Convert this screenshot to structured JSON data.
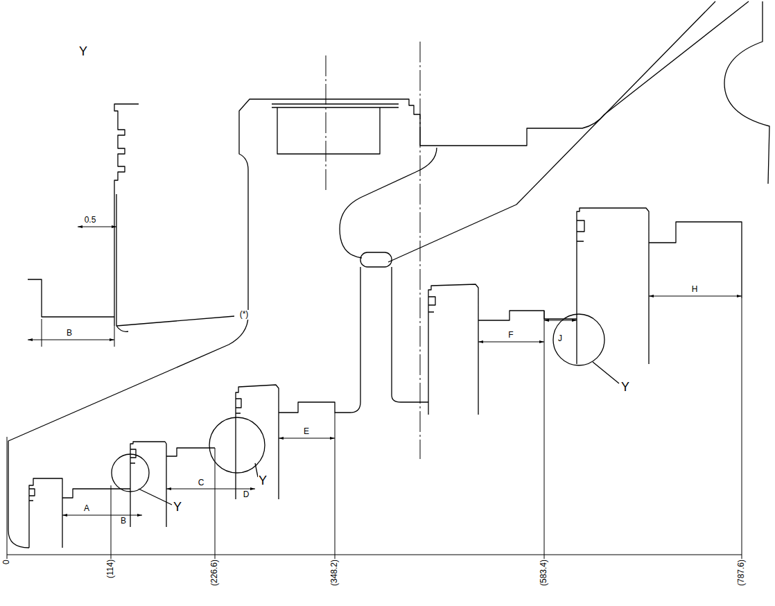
{
  "diagram": {
    "labels": [
      "Y",
      "0.5",
      "(*)",
      "B",
      "A",
      "B",
      "C",
      "D",
      "E",
      "F",
      "J",
      "H",
      "Y",
      "Y",
      "Y",
      "0",
      "(114)",
      "(226.6)",
      "(348.2)",
      "(583.4)",
      "(787.6)"
    ]
  }
}
